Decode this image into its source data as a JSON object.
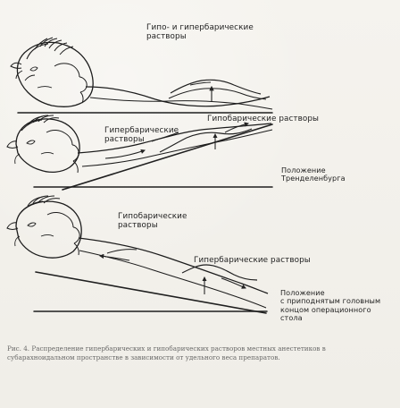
{
  "labels": {
    "panel1_solutions": "Гипо- и гипербарические\nрастворы",
    "panel2_hyperbaric": "Гипербарические\nрастворы",
    "panel2_hypobaric": "Гипобарические растворы",
    "panel2_position": "Положение\nТренделенбурга",
    "panel3_hypobaric": "Гипобарические\nрастворы",
    "panel3_hyperbaric": "Гипербарические растворы",
    "panel3_position": "Положение\nс приподнятым головным\nконцом операционного\nстола"
  },
  "caption": {
    "text": "Рис. 4. Распределение гипербарических и гипобарических растворов местных анестетиков в субарахноидальном пространстве в зависимости от удельного веса препаратов."
  }
}
